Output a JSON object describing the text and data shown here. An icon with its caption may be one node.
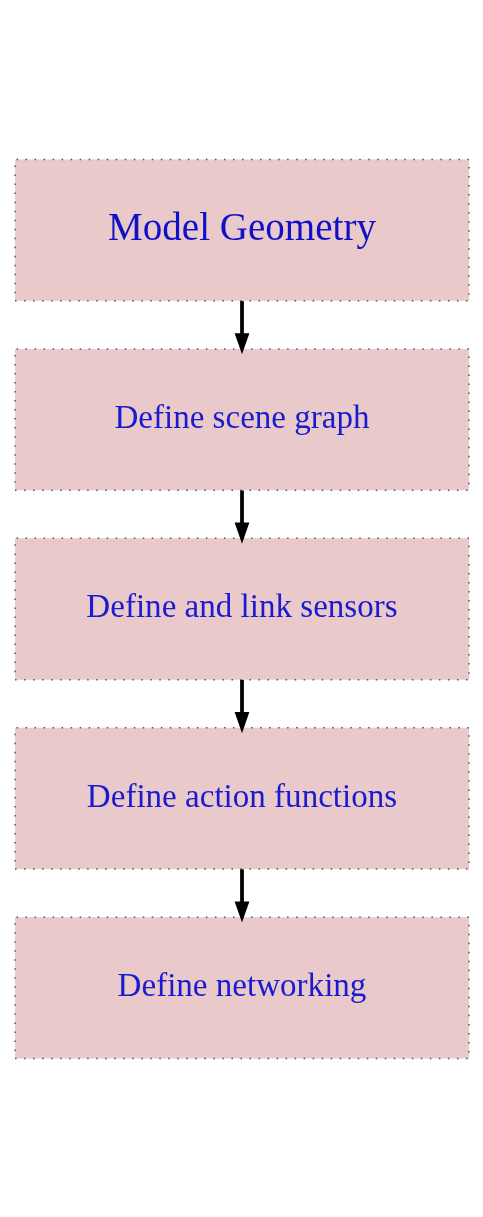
{
  "diagram": {
    "nodes": [
      {
        "text": [
          "Model Geometry"
        ]
      },
      {
        "text": [
          "Define scene graph"
        ]
      },
      {
        "text": [
          "Define and link sensors"
        ]
      },
      {
        "text": [
          "Define action functions"
        ]
      },
      {
        "text": [
          "Define networking"
        ]
      }
    ],
    "edges": [
      {
        "from": 0,
        "to": 1,
        "arrow": "to"
      },
      {
        "from": 1,
        "to": 2,
        "arrow": "to"
      },
      {
        "from": 2,
        "to": 3,
        "arrow": "to"
      },
      {
        "from": 3,
        "to": 4,
        "arrow": "to"
      }
    ]
  }
}
